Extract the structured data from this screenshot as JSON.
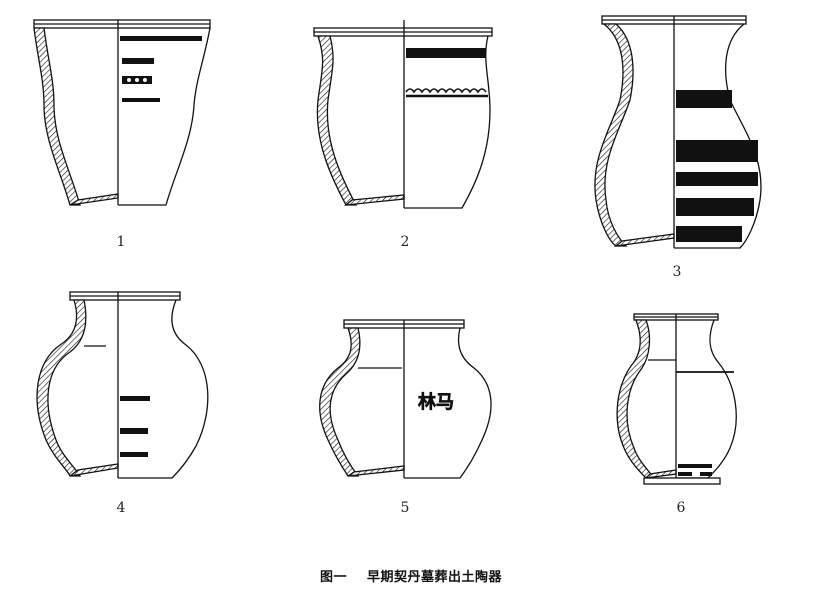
{
  "figure": {
    "items": [
      {
        "number": "1"
      },
      {
        "number": "2"
      },
      {
        "number": "3"
      },
      {
        "number": "4"
      },
      {
        "number": "5"
      },
      {
        "number": "6"
      }
    ],
    "inscription": "林马",
    "caption": {
      "label": "图一",
      "title": "早期契丹墓葬出土陶器"
    }
  }
}
